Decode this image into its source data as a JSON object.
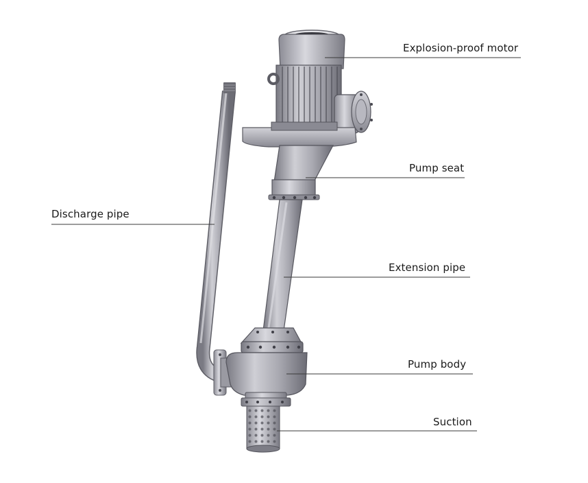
{
  "labels": {
    "motor": "Explosion-proof motor",
    "seat": "Pump seat",
    "discharge": "Discharge pipe",
    "extension": "Extension pipe",
    "body": "Pump body",
    "suction": "Suction"
  },
  "colors": {
    "background": "#ffffff",
    "metal_light": "#c9c9cf",
    "metal_mid": "#9c9ca4",
    "metal_dark": "#6f6f78",
    "leader_line": "#3a3a3a",
    "text": "#1a1a1a"
  }
}
